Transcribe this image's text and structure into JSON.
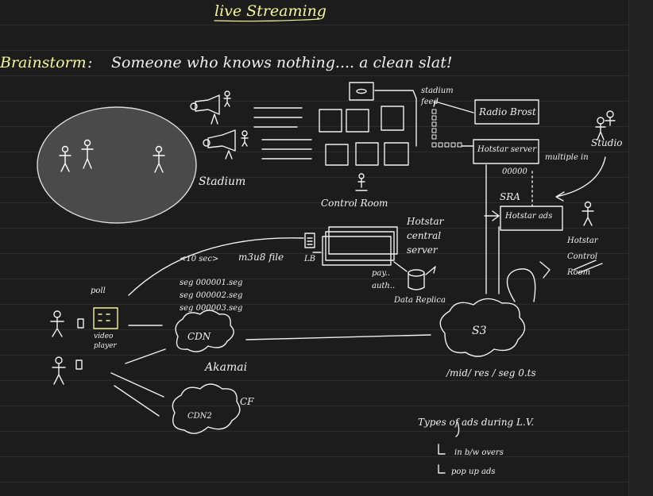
{
  "title": "live Streaming",
  "brainstorm": {
    "label": "Brainstorm",
    "colon": ":",
    "text": "Someone who knows nothing.... a clean slat!"
  },
  "labels": {
    "stadium": "Stadium",
    "stadium_feed": "stadium feed",
    "radio_broadcast": "Radio Brost",
    "hotstar_server": "Hotstar server",
    "multiple_in": "multiple in",
    "studio": "Studio",
    "control_room": "Control Room",
    "zeros": "00000",
    "sra": "SRA",
    "hotstar_ads": "Hotstar ads",
    "hotstar_control_room": "Hotstar Control Room",
    "hotstar_central_server": "Hotstar central server",
    "ten_sec": "<10 sec>",
    "m3u8_file": "m3u8 file",
    "lb": "LB",
    "pay": "pay..",
    "auth": "auth..",
    "data_replica": "Data Replica",
    "poll": "poll",
    "seg1": "seg 000001.seg",
    "seg2": "seg 000002.seg",
    "seg3": "seg 000003.seg",
    "video_player": "video player",
    "cdn": "CDN",
    "akamai": "Akamai",
    "s3": "S3",
    "s3_path": "/mid/ res / seg 0.ts",
    "cdn2": "CDN2",
    "cf": "CF",
    "ads_title": "Types of ads during L.V.",
    "ads_items": [
      "in b/w overs",
      "pop up ads"
    ]
  },
  "colors": {
    "background": "#1c1c1c",
    "ruled_line": "#2c2c2c",
    "ink": "#f0f0f0",
    "highlight": "#f6f59a",
    "crowd_fill": "#4a4a4a"
  }
}
